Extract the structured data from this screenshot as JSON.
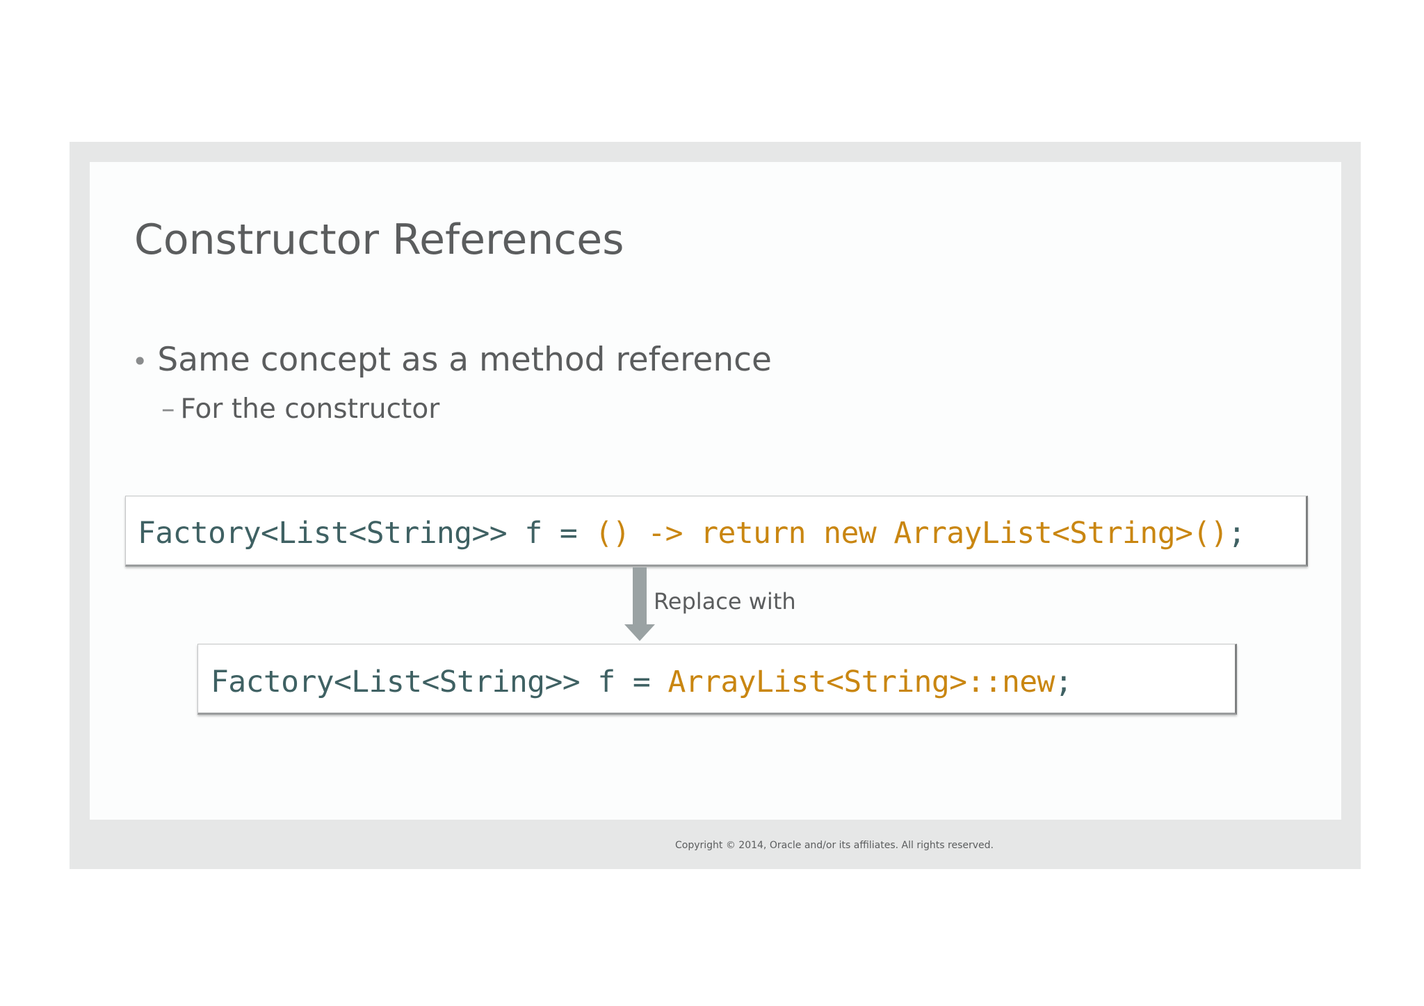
{
  "slide": {
    "title": "Constructor References",
    "bullet": "Same concept as a method reference",
    "bullet_marker": "•",
    "subbullet": "For the constructor",
    "subbullet_marker": "–",
    "code_before": {
      "part1": "Factory<List<String>> f = ",
      "part2": "() -> return new ArrayList<String>()",
      "part3": ";"
    },
    "arrow_label": "Replace with",
    "code_after": {
      "part1": "Factory<List<String>> f = ",
      "part2": "ArrayList<String>::new",
      "part3": ";"
    },
    "copyright": "Copyright © 2014, Oracle and/or its affiliates. All rights reserved."
  },
  "colors": {
    "code_type": "#3f6163",
    "code_highlight": "#c98611",
    "text": "#5b5d5e",
    "arrow": "#9aa2a3"
  },
  "icons": {
    "arrow": "down-arrow-icon"
  }
}
